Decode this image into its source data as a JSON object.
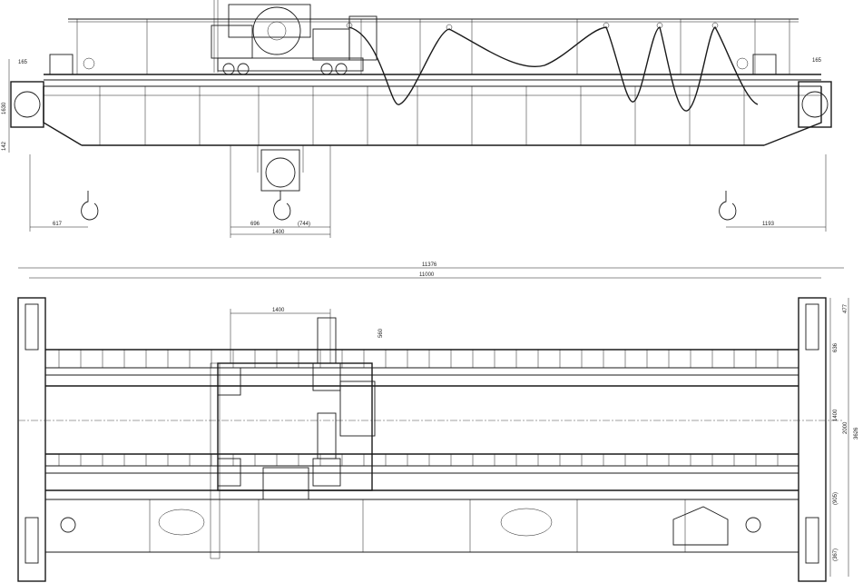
{
  "drawing": {
    "side_view": {
      "left_height_top": "165",
      "left_height_main": "1630",
      "left_height_low": "142",
      "right_height_top": "165",
      "hook_left_offset": "617",
      "hook_center_offset_a": "696",
      "hook_center_offset_b": "(744)",
      "trolley_base": "1400",
      "hook_right_offset": "1193"
    },
    "plan_view": {
      "overall_length": "11376",
      "span": "11000",
      "trolley_gauge": "1400",
      "trolley_offset": "560",
      "right_dims": [
        "477",
        "636",
        "1400",
        "3626",
        "2000",
        "(905)",
        "(367)"
      ]
    }
  }
}
